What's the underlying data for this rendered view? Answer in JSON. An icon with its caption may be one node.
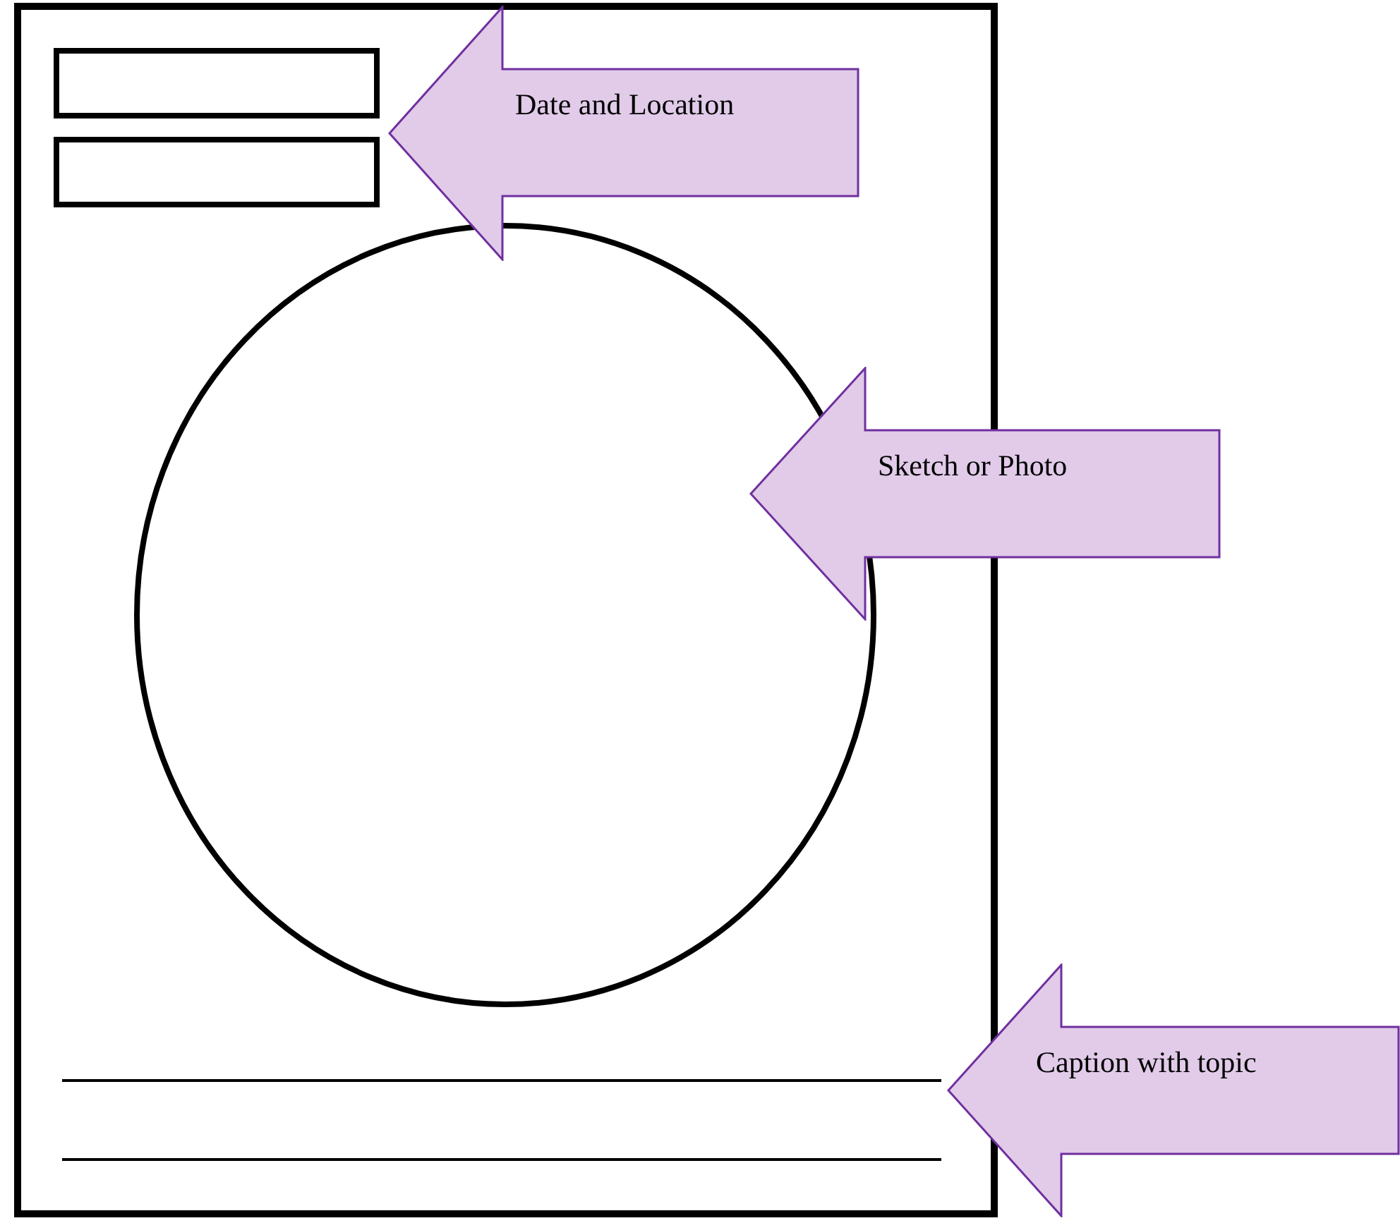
{
  "diagram": {
    "nodes": [
      {
        "text": [],
        "shape": "box"
      },
      {
        "text": [],
        "shape": "box",
        "in": 0
      },
      {
        "text": [],
        "shape": "box",
        "in": 0
      },
      {
        "text": [],
        "shape": "circle",
        "in": 0
      },
      {
        "text": [],
        "shape": "line",
        "in": 0
      },
      {
        "text": [],
        "shape": "line",
        "in": 0
      },
      {
        "text": [
          "Date and Location"
        ],
        "in": 0
      },
      {
        "text": [
          "Sketch or Photo"
        ]
      },
      {
        "text": [
          "Caption with topic"
        ]
      }
    ]
  }
}
